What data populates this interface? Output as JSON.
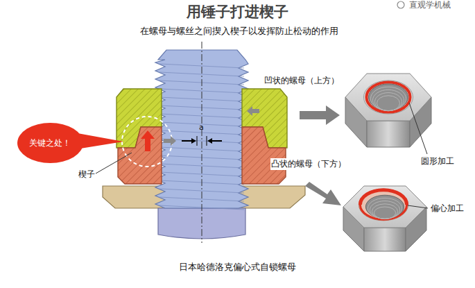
{
  "diagram": {
    "title": "用锤子打进楔子",
    "caption": "日本哈德洛克偏心式自锁螺母",
    "nodes": [
      {
        "text": [
          "关键之处！"
        ]
      }
    ],
    "labels": [
      "直观学机械",
      "在螺母与螺丝之间揳入楔子以发挥防止松动的作用",
      "凹状的螺母（上方）",
      "a",
      "凸状的螺母（下方）",
      "圆形加工",
      "偏心加工",
      "楔子"
    ]
  }
}
